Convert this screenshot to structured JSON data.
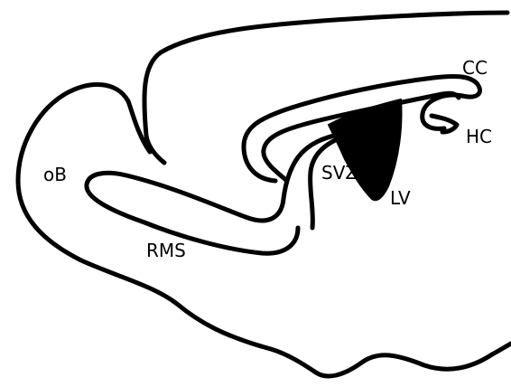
{
  "labels": {
    "ob": "oB",
    "rms": "RMS",
    "svz": "SVZ",
    "lv": "LV",
    "cc": "CC",
    "hc": "HC"
  },
  "colors": {
    "stroke": "#000000",
    "background": "#ffffff"
  }
}
